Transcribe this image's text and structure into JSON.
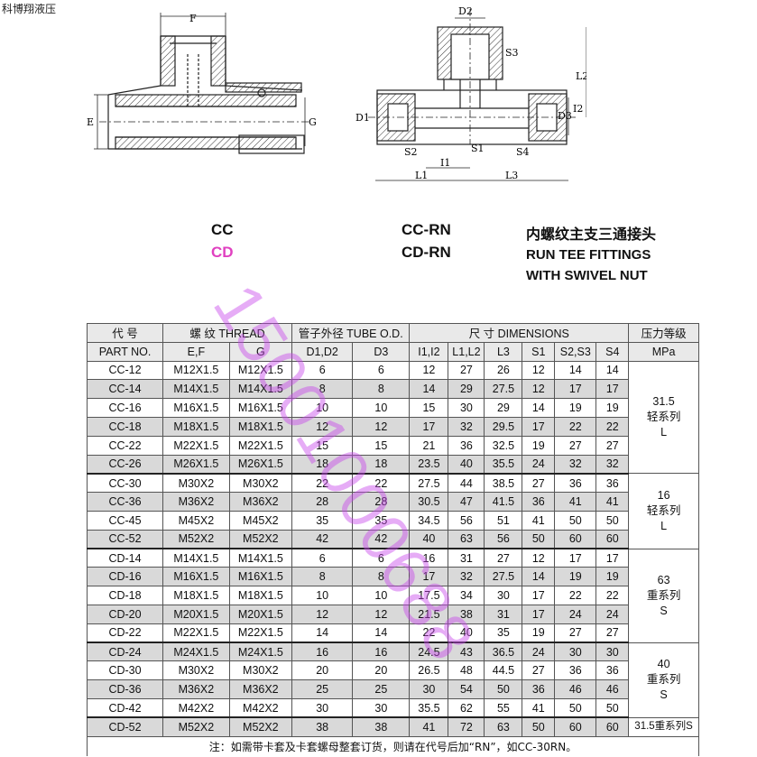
{
  "brand": "科博翔液压",
  "codes_left": [
    "CC",
    "CD"
  ],
  "codes_right": [
    "CC-RN",
    "CD-RN"
  ],
  "title_cn": "内螺纹主支三通接头",
  "title_en_1": "RUN TEE FITTINGS",
  "title_en_2": "WITH SWIVEL NUT",
  "watermark": "15001000688",
  "drawing_labels": {
    "F": "F",
    "E": "E",
    "G": "G",
    "D2": "D2",
    "S3": "S3",
    "L2": "L2",
    "D1": "D1",
    "D3": "D3",
    "I2": "I2",
    "S2": "S2",
    "S1": "S1",
    "S4": "S4",
    "I1": "I1",
    "L1": "L1",
    "L3": "L3"
  },
  "header": {
    "row1": [
      "代  号",
      "螺  纹  THREAD",
      "管子外径 TUBE O.D.",
      "尺  寸     DIMENSIONS",
      "压力等级"
    ],
    "row2": [
      "PART NO.",
      "E,F",
      "G",
      "D1,D2",
      "D3",
      "I1,I2",
      "L1,L2",
      "L3",
      "S1",
      "S2,S3",
      "S4",
      "MPa"
    ]
  },
  "rows": [
    [
      "CC-12",
      "M12X1.5",
      "M12X1.5",
      "6",
      "6",
      "12",
      "27",
      "26",
      "12",
      "14",
      "14"
    ],
    [
      "CC-14",
      "M14X1.5",
      "M14X1.5",
      "8",
      "8",
      "14",
      "29",
      "27.5",
      "12",
      "17",
      "17"
    ],
    [
      "CC-16",
      "M16X1.5",
      "M16X1.5",
      "10",
      "10",
      "15",
      "30",
      "29",
      "14",
      "19",
      "19"
    ],
    [
      "CC-18",
      "M18X1.5",
      "M18X1.5",
      "12",
      "12",
      "17",
      "32",
      "29.5",
      "17",
      "22",
      "22"
    ],
    [
      "CC-22",
      "M22X1.5",
      "M22X1.5",
      "15",
      "15",
      "21",
      "36",
      "32.5",
      "19",
      "27",
      "27"
    ],
    [
      "CC-26",
      "M26X1.5",
      "M26X1.5",
      "18",
      "18",
      "23.5",
      "40",
      "35.5",
      "24",
      "32",
      "32"
    ],
    [
      "CC-30",
      "M30X2",
      "M30X2",
      "22",
      "22",
      "27.5",
      "44",
      "38.5",
      "27",
      "36",
      "36"
    ],
    [
      "CC-36",
      "M36X2",
      "M36X2",
      "28",
      "28",
      "30.5",
      "47",
      "41.5",
      "36",
      "41",
      "41"
    ],
    [
      "CC-45",
      "M45X2",
      "M45X2",
      "35",
      "35",
      "34.5",
      "56",
      "51",
      "41",
      "50",
      "50"
    ],
    [
      "CC-52",
      "M52X2",
      "M52X2",
      "42",
      "42",
      "40",
      "63",
      "56",
      "50",
      "60",
      "60"
    ],
    [
      "CD-14",
      "M14X1.5",
      "M14X1.5",
      "6",
      "6",
      "16",
      "31",
      "27",
      "12",
      "17",
      "17"
    ],
    [
      "CD-16",
      "M16X1.5",
      "M16X1.5",
      "8",
      "8",
      "17",
      "32",
      "27.5",
      "14",
      "19",
      "19"
    ],
    [
      "CD-18",
      "M18X1.5",
      "M18X1.5",
      "10",
      "10",
      "17.5",
      "34",
      "30",
      "17",
      "22",
      "22"
    ],
    [
      "CD-20",
      "M20X1.5",
      "M20X1.5",
      "12",
      "12",
      "21.5",
      "38",
      "31",
      "17",
      "24",
      "24"
    ],
    [
      "CD-22",
      "M22X1.5",
      "M22X1.5",
      "14",
      "14",
      "22",
      "40",
      "35",
      "19",
      "27",
      "27"
    ],
    [
      "CD-24",
      "M24X1.5",
      "M24X1.5",
      "16",
      "16",
      "24.5",
      "43",
      "36.5",
      "24",
      "30",
      "30"
    ],
    [
      "CD-30",
      "M30X2",
      "M30X2",
      "20",
      "20",
      "26.5",
      "48",
      "44.5",
      "27",
      "36",
      "36"
    ],
    [
      "CD-36",
      "M36X2",
      "M36X2",
      "25",
      "25",
      "30",
      "54",
      "50",
      "36",
      "46",
      "46"
    ],
    [
      "CD-42",
      "M42X2",
      "M42X2",
      "30",
      "30",
      "35.5",
      "62",
      "55",
      "41",
      "50",
      "50"
    ],
    [
      "CD-52",
      "M52X2",
      "M52X2",
      "38",
      "38",
      "41",
      "72",
      "63",
      "50",
      "60",
      "60"
    ]
  ],
  "pressure": {
    "g1": [
      "31.5",
      "轻系列",
      "L"
    ],
    "g2": [
      "16",
      "轻系列",
      "L"
    ],
    "g3": [
      "63",
      "重系列",
      "S"
    ],
    "g4": [
      "40",
      "重系列",
      "S"
    ],
    "g5": "31.5重系列S"
  },
  "note": "注：如需带卡套及卡套螺母整套订货，则请在代号后加“RN”，如CC-30RN。"
}
